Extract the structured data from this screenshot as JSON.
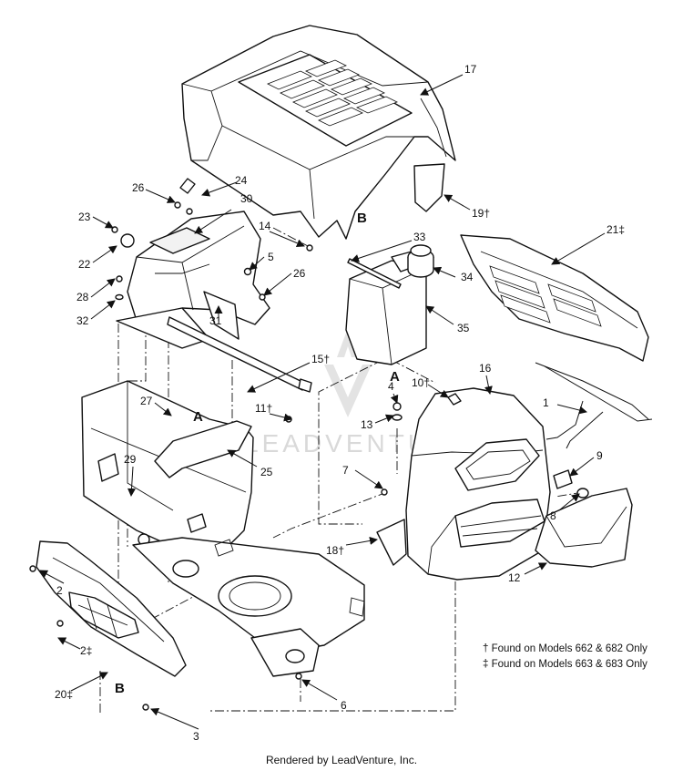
{
  "callouts": {
    "c1": "1",
    "c2a": "2",
    "c2b": "2‡",
    "c3": "3",
    "c4": "4",
    "c5": "5",
    "c6": "6",
    "c7": "7",
    "c8": "8",
    "c9": "9",
    "c10": "10†",
    "c11": "11†",
    "c12": "12",
    "c13": "13",
    "c14": "14",
    "c15": "15†",
    "c16": "16",
    "c17": "17",
    "c18": "18†",
    "c19": "19†",
    "c20": "20‡",
    "c21": "21‡",
    "c22": "22",
    "c23": "23",
    "c24": "24",
    "c25": "25",
    "c26a": "26",
    "c26b": "26",
    "c27": "27",
    "c28": "28",
    "c29": "29",
    "c30": "30",
    "c31": "31",
    "c32": "32",
    "c33": "33",
    "c34": "34",
    "c35": "35"
  },
  "refs": {
    "a1": "A",
    "a2": "A",
    "b1": "B",
    "b2": "B"
  },
  "legend": [
    "† Found on Models 662 & 682 Only",
    "‡ Found on Models 663 & 683 Only"
  ],
  "watermark": "LEADVENTURE",
  "footer": "Rendered by LeadVenture, Inc."
}
